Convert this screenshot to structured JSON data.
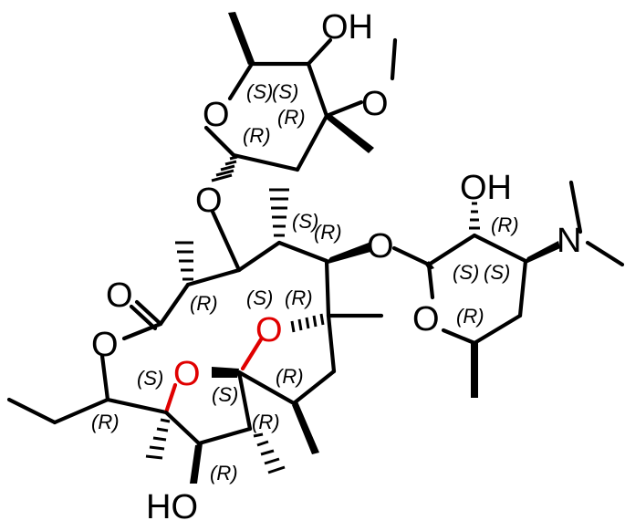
{
  "atoms": {
    "oh_top": "OH",
    "o_methoxy": "O",
    "o_sugar_ring": "O",
    "o_glycosidic_left": "O",
    "o_carbonyl": "O",
    "o_lactone": "O",
    "o_bridge_upper": "O",
    "o_bridge_lower": "O",
    "o_glycosidic_right": "O",
    "oh_desosamine": "OH",
    "n_dimethyl": "N",
    "o_desosamine_ring": "O",
    "oh_bottom": "HO"
  },
  "stereo_labels": [
    "(S)",
    "(S)",
    "(R)",
    "(R)",
    "(S)",
    "(R)",
    "(R)",
    "(S)",
    "(R)",
    "(R)",
    "(S)",
    "(S)",
    "(R)",
    "(S)",
    "(S)",
    "(R)",
    "(R)",
    "(R)",
    "(R)"
  ],
  "colors": {
    "bond": "#000000",
    "heteroatom_highlight": "#e00000"
  }
}
